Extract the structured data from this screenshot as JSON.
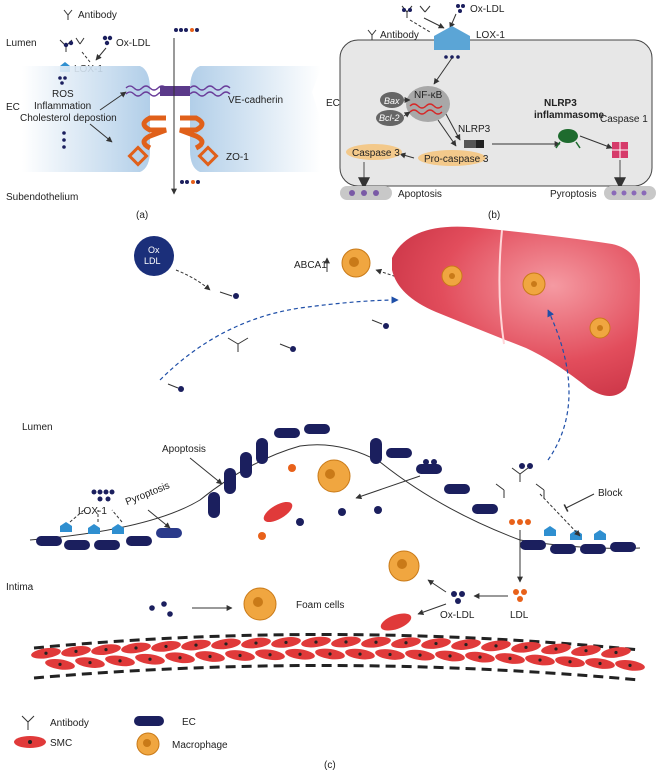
{
  "panel_a": {
    "tag": "(a)",
    "antibody": "Antibody",
    "lumen": "Lumen",
    "ox_ldl": "Ox-LDL",
    "lox1": "LOX-1",
    "ec": "EC",
    "ros": "ROS",
    "inflammation": "Inflammation",
    "cholesterol": "Cholesterol depostion",
    "ve_cadherin": "VE-cadherin",
    "zo1": "ZO-1",
    "subendothelium": "Subendothelium"
  },
  "panel_b": {
    "tag": "(b)",
    "ox_ldl": "Ox-LDL",
    "antibody": "Antibody",
    "lox1": "LOX-1",
    "ec": "EC",
    "bax": "Bax",
    "bcl2": "Bcl-2",
    "nfkb": "NF-κB",
    "nlrp3": "NLRP3",
    "inflammasome_1": "NLRP3",
    "inflammasome_2": "inflammasome",
    "caspase1": "Caspase 1",
    "caspase3": "Caspase 3",
    "procaspase3": "Pro-caspase 3",
    "apoptosis": "Apoptosis",
    "pyroptosis": "Pyroptosis"
  },
  "panel_c": {
    "tag": "(c)",
    "oxldl_ball_1": "Ox",
    "oxldl_ball_2": "LDL",
    "abca1": "ABCA1",
    "lumen": "Lumen",
    "apoptosis": "Apoptosis",
    "pyroptosis": "Pyroptosis",
    "lox1": "LOX-1",
    "block": "Block",
    "intima": "Intima",
    "foam_cells": "Foam cells",
    "ox_ldl": "Ox-LDL",
    "ldl": "LDL"
  },
  "legend": {
    "antibody": "Antibody",
    "ec": "EC",
    "smc": "SMC",
    "macrophage": "Macrophage"
  },
  "colors": {
    "ec_dark": "#1b1f5e",
    "lox1_blue": "#2f8fd0",
    "ldl_orange": "#e8611a",
    "smc_red": "#e03a3a",
    "macrophage": "#f0a640",
    "liver": "#e04a5a",
    "ec_cell_gray": "#e7e7e7"
  }
}
